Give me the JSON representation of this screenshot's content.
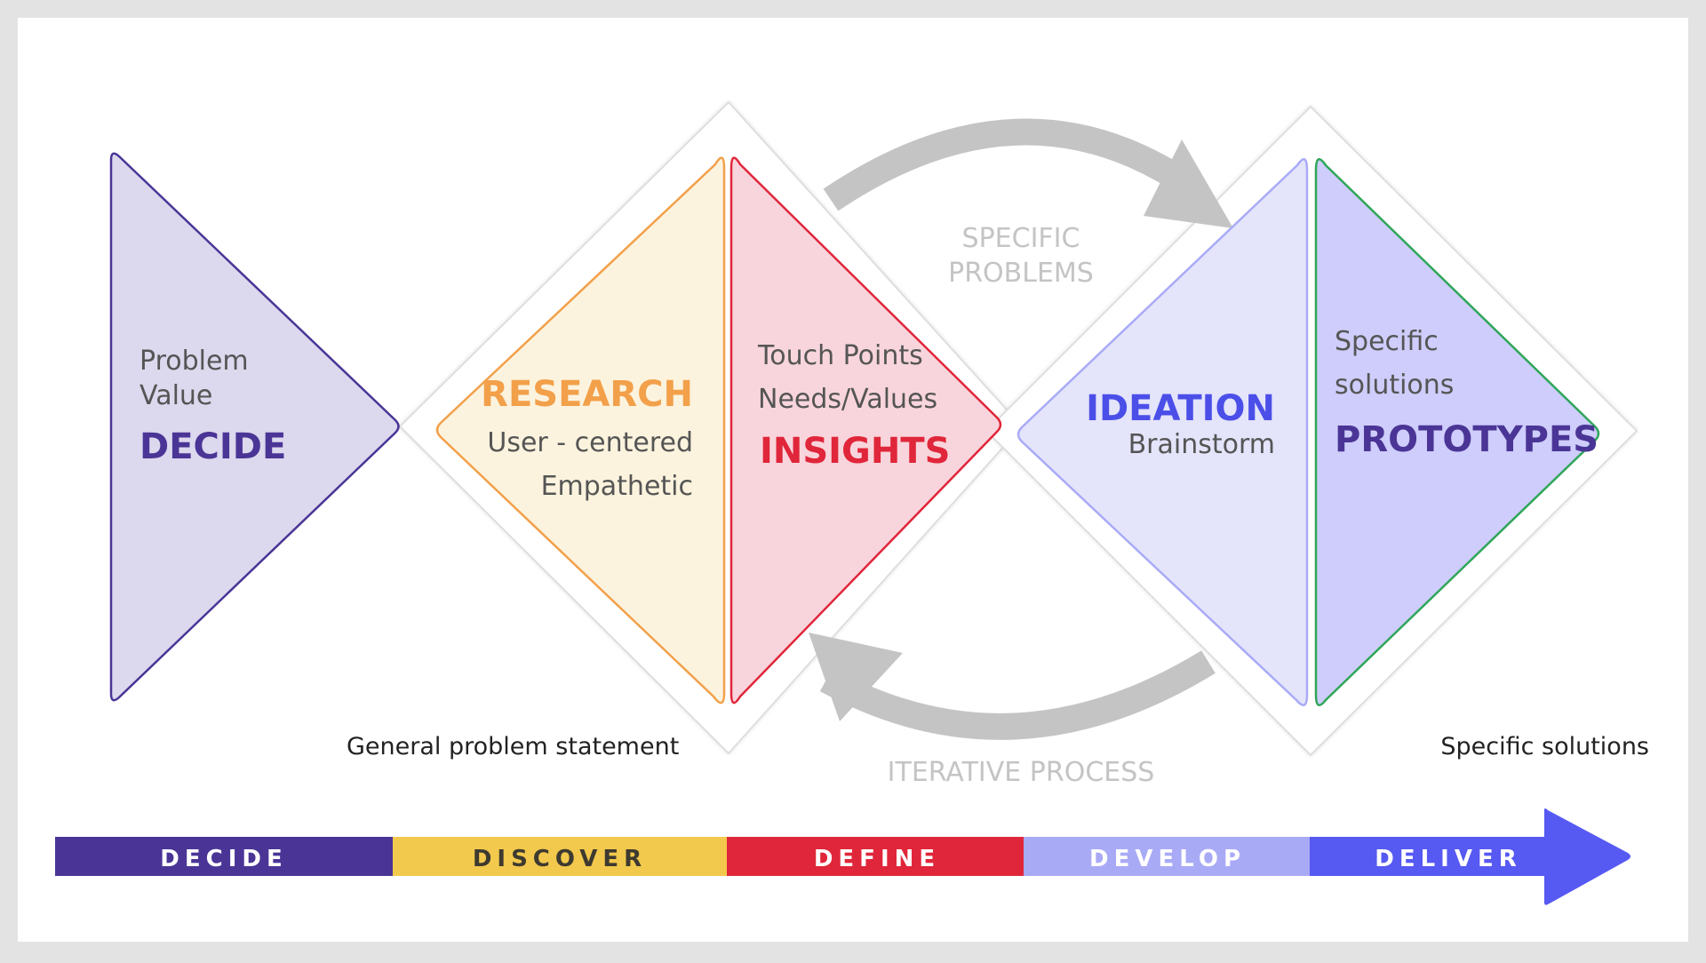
{
  "colors": {
    "decide": "#4a3596",
    "discover": "#f2c94c",
    "define": "#e0263a",
    "develop": "#a9aaf6",
    "deliver": "#5659f2",
    "research_text": "#f2a04a",
    "insights_text": "#e0263a",
    "ideation_text": "#4b4fe8",
    "prototypes_text": "#4a3596",
    "arrow_gray": "#c4c4c4"
  },
  "decide_panel": {
    "line1": "Problem",
    "line2": "Value",
    "title": "DECIDE"
  },
  "research_panel": {
    "title": "RESEARCH",
    "line1": "User - centered",
    "line2": "Empathetic"
  },
  "insights_panel": {
    "line1": "Touch Points",
    "line2": "Needs/Values",
    "title": "INSIGHTS"
  },
  "ideation_panel": {
    "title": "IDEATION",
    "line1": "Brainstorm"
  },
  "prototypes_panel": {
    "line1": "Specific",
    "line2": "solutions",
    "title": "PROTOTYPES"
  },
  "top_arrow": {
    "line1": "SPECIFIC",
    "line2": "PROBLEMS"
  },
  "bottom_arrow": {
    "label": "ITERATIVE PROCESS"
  },
  "captions": {
    "left": "General problem statement",
    "right": "Specific solutions"
  },
  "timeline": {
    "stage1": "DECIDE",
    "stage2": "DISCOVER",
    "stage3": "DEFINE",
    "stage4": "DEVELOP",
    "stage5": "DELIVER"
  }
}
